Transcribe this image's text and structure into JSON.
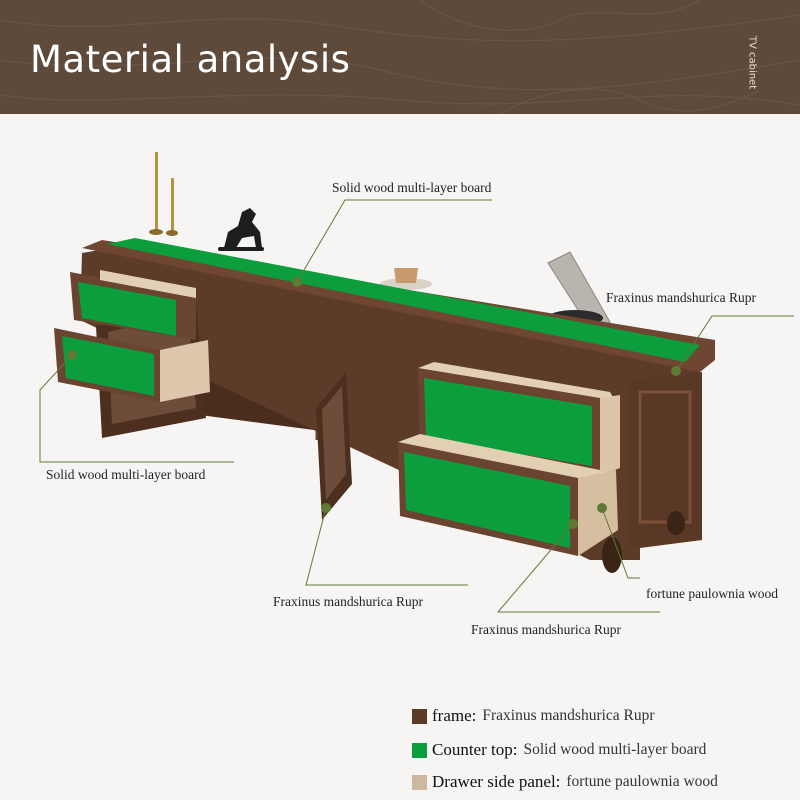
{
  "banner": {
    "title": "Material analysis",
    "side_text": "TV cabinet"
  },
  "callouts": {
    "top": "Solid wood multi-layer board",
    "left": "Solid wood multi-layer board",
    "right_upper": "Fraxinus mandshurica Rupr",
    "bottom_center": "Fraxinus mandshurica Rupr",
    "bottom_right_low": "Fraxinus mandshurica Rupr",
    "bottom_right_side": "fortune paulownia wood"
  },
  "legend": [
    {
      "key": "frame:",
      "value": "Fraxinus mandshurica Rupr",
      "color": "#5c3b28"
    },
    {
      "key": "Counter top:",
      "value": "Solid wood multi-layer board",
      "color": "#0c9d3c"
    },
    {
      "key": "Drawer side panel:",
      "value": "fortune paulownia wood",
      "color": "#cdb7a1"
    }
  ],
  "colors": {
    "frame": "#5c3b28",
    "counter_top": "#0c9d3c",
    "drawer_side": "#cdb7a1",
    "banner": "#5e4a3b"
  }
}
